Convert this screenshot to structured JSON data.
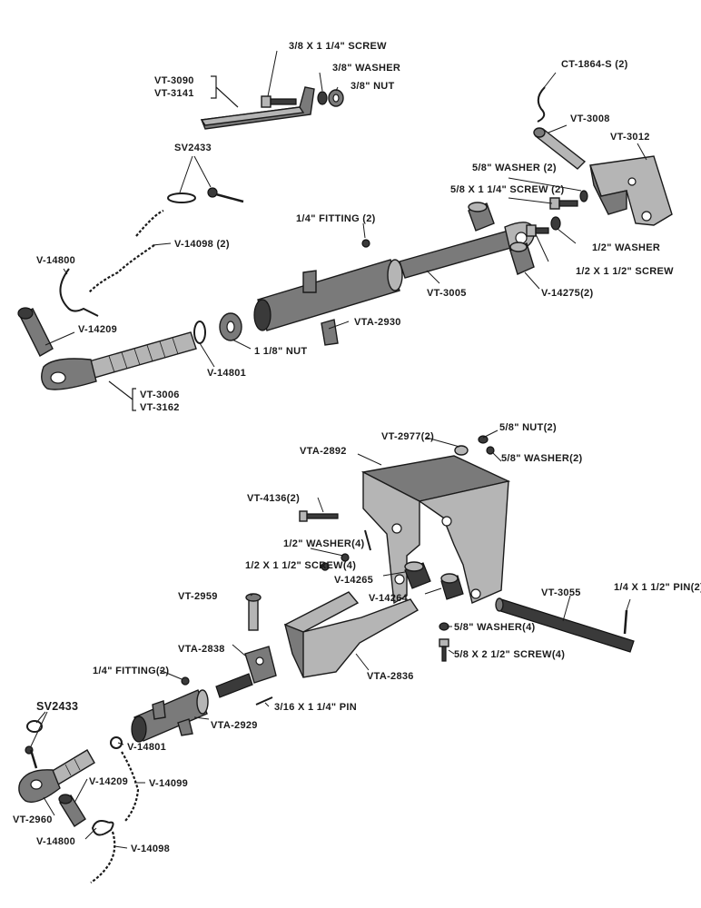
{
  "labels": {
    "screw_3_8": "3/8 X 1 1/4\" SCREW",
    "washer_3_8": "3/8\" WASHER",
    "nut_3_8": "3/8\" NUT",
    "vt3090": "VT-3090",
    "vt3141": "VT-3141",
    "ct1864": "CT-1864-S (2)",
    "vt3008": "VT-3008",
    "vt3012": "VT-3012",
    "sv2433_top": "SV2433",
    "v14098_top": "V-14098 (2)",
    "washer_5_8_2": "5/8\" WASHER (2)",
    "screw_5_8_2": "5/8 X 1 1/4\" SCREW (2)",
    "fitting_top": "1/4\" FITTING (2)",
    "washer_half": "1/2\" WASHER",
    "screw_half": "1/2 X 1 1/2\" SCREW",
    "v14800_top": "V-14800",
    "vt3005": "VT-3005",
    "v14275": "V-14275(2)",
    "v14209_top": "V-14209",
    "vta2930": "VTA-2930",
    "nut_1_1_8": "1 1/8\" NUT",
    "v14801_top": "V-14801",
    "vt3006": "VT-3006",
    "vt3162": "VT-3162",
    "vt2977": "VT-2977(2)",
    "nut_5_8_2": "5/8\" NUT(2)",
    "vta2892": "VTA-2892",
    "washer_5_8_2b": "5/8\" WASHER(2)",
    "vt4136": "VT-4136(2)",
    "washer_half_4": "1/2\" WASHER(4)",
    "screw_half_4": "1/2 X 1 1/2\" SCREW(4)",
    "v14265": "V-14265",
    "v14264": "V-14264",
    "vt2959": "VT-2959",
    "vt3055": "VT-3055",
    "pin_quarter": "1/4 X 1 1/2\" PIN(2)",
    "washer_5_8_4": "5/8\" WASHER(4)",
    "screw_5_8_4": "5/8 X 2 1/2\" SCREW(4)",
    "vta2838": "VTA-2838",
    "fitting_bottom": "1/4\" FITTING(2)",
    "vta2836": "VTA-2836",
    "sv2433_bottom": "SV2433",
    "pin_3_16": "3/16 X 1 1/4\" PIN",
    "vta2929": "VTA-2929",
    "v14801_bottom": "V-14801",
    "v14209_bottom": "V-14209",
    "v14099": "V-14099",
    "vt2960": "VT-2960",
    "v14800_bottom": "V-14800",
    "v14098_bottom": "V-14098"
  }
}
